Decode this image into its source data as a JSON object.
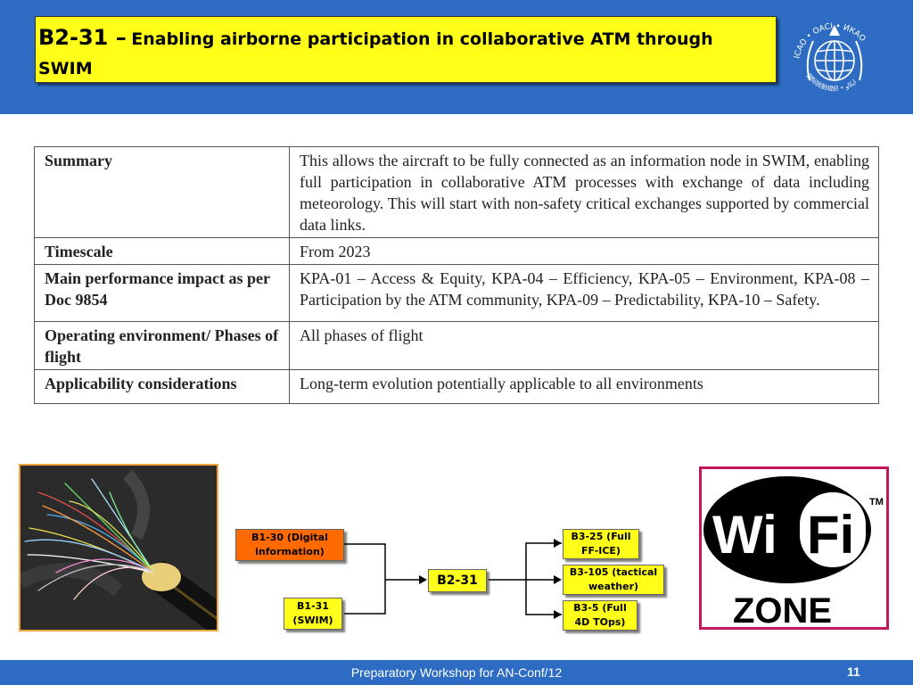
{
  "header": {
    "code": "B2-31 –",
    "title": "Enabling airborne participation in collaborative ATM through SWIM",
    "logo_text_top": "ICAO • OACI • ИКАО",
    "logo_text_bottom": "国际民航组织 • ايكاو"
  },
  "summary_table": [
    {
      "label": "Summary",
      "value": "This allows the aircraft to be fully connected as an information node in SWIM, enabling full participation in collaborative ATM processes with exchange of data including meteorology. This will start with non-safety critical exchanges supported by commercial data links."
    },
    {
      "label": "Timescale",
      "value": "From 2023"
    },
    {
      "label": "Main performance impact as per Doc 9854",
      "value": "KPA-01 – Access & Equity, KPA-04 – Efficiency, KPA-05 – Environment, KPA-08 – Participation by the ATM community, KPA-09 – Predictability, KPA-10 – Safety."
    },
    {
      "label": "Operating environment/ Phases of flight",
      "value": "All phases of flight"
    },
    {
      "label": "Applicability considerations",
      "value": "Long-term evolution potentially applicable to all environments"
    }
  ],
  "flow": {
    "b130_line1": "B1-30 (Digital",
    "b130_line2": "information)",
    "b131_line1": "B1-31",
    "b131_line2": "(SWIM)",
    "center": "B2-31",
    "b325_line1": "B3-25 (Full",
    "b325_line2": "FF-ICE)",
    "b3105_line1": "B3-105 (tactical",
    "b3105_line2": "weather)",
    "b35_line1": "B3-5 (Full",
    "b35_line2": "4D TOps)"
  },
  "wifi": {
    "wi": "Wi",
    "fi": "Fi",
    "tm": "TM",
    "zone": "ZONE"
  },
  "footer": {
    "text": "Preparatory Workshop for AN-Conf/12",
    "page": "11"
  },
  "colors": {
    "header_blue": "#2d6cc2",
    "title_yellow": "#ffff1a",
    "node_orange": "#ff6a00",
    "wifi_border": "#c2185b"
  }
}
